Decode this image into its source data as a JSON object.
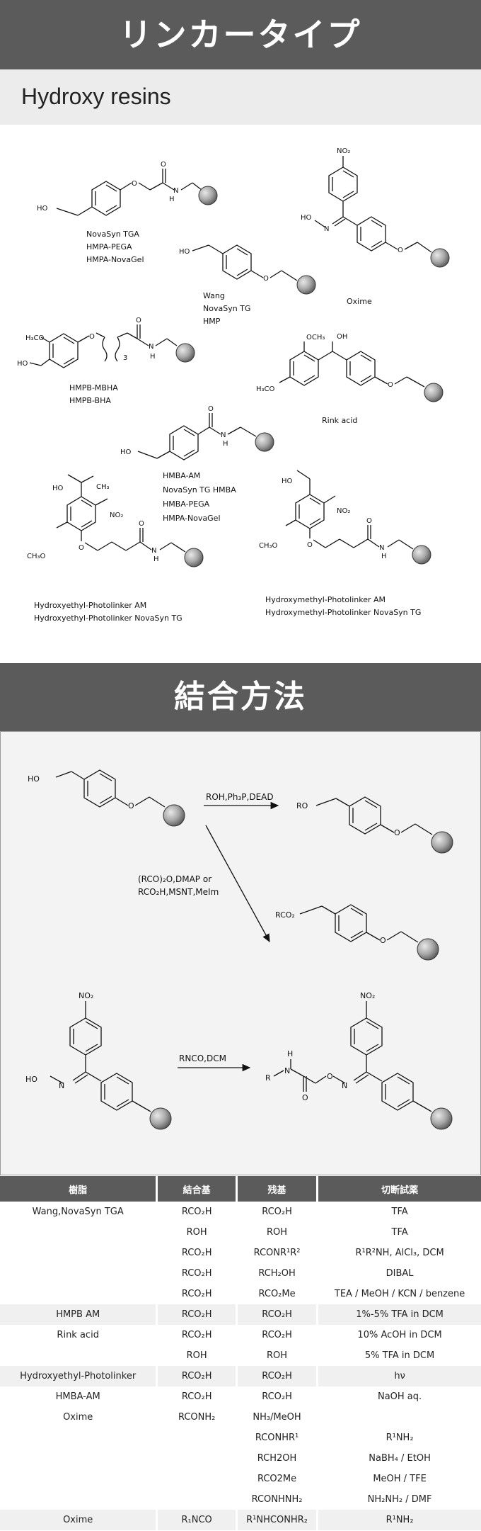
{
  "header1": "リンカータイプ",
  "subheader": "Hydroxy resins",
  "resins": {
    "tga": {
      "names": [
        "NovaSyn TGA",
        "HMPA-PEGA",
        "HMPA-NovaGel"
      ]
    },
    "wang": {
      "names": [
        "Wang",
        "NovaSyn TG",
        "HMP"
      ]
    },
    "oxime": {
      "names": [
        "Oxime"
      ],
      "no2": "NO₂",
      "ho": "HO",
      "n": "N"
    },
    "hmpb": {
      "names": [
        "HMPB-MBHA",
        "HMPB-BHA"
      ],
      "h3co": "H₃CO",
      "ho": "HO",
      "sub3": "3"
    },
    "rink": {
      "names": [
        "Rink acid"
      ],
      "och3": "OCH₃",
      "oh": "OH",
      "h3co": "H₃CO"
    },
    "hmba": {
      "names": [
        "HMBA-AM",
        "NovaSyn TG HMBA",
        "HMBA-PEGA",
        "HMPA-NovaGel"
      ]
    },
    "hepl": {
      "names": [
        "Hydroxyethyl-Photolinker AM",
        "Hydroxyethyl-Photolinker NovaSyn TG"
      ],
      "ho": "HO",
      "ch3": "CH₃",
      "no2": "NO₂",
      "ch3o": "CH₃O"
    },
    "hmpl": {
      "names": [
        "Hydroxymethyl-Photolinker AM",
        "Hydroxymethyl-Photolinker NovaSyn TG"
      ],
      "ho": "HO",
      "no2": "NO₂",
      "ch3o": "CH₃O"
    },
    "atoms": {
      "ho": "HO",
      "o": "O",
      "n": "N",
      "h": "H"
    }
  },
  "header2": "結合方法",
  "methods": {
    "reagent1": "ROH,Ph₃P,DEAD",
    "reagent2a": "(RCO)₂O,DMAP  or",
    "reagent2b": "RCO₂H,MSNT,MeIm",
    "reagent3": "RNCO,DCM",
    "ro": "RO",
    "rco2": "RCO₂",
    "r": "R",
    "no2": "NO₂"
  },
  "table": {
    "headers": [
      "樹脂",
      "結合基",
      "残基",
      "切断試薬"
    ],
    "rows": [
      [
        "Wang,NovaSyn TGA",
        "RCO₂H",
        "RCO₂H",
        "TFA"
      ],
      [
        "",
        "ROH",
        "ROH",
        "TFA"
      ],
      [
        "",
        "RCO₂H",
        "RCONR¹R²",
        "R¹R²NH, AlCl₃, DCM"
      ],
      [
        "",
        "RCO₂H",
        "RCH₂OH",
        "DIBAL"
      ],
      [
        "",
        "RCO₂H",
        "RCO₂Me",
        "TEA / MeOH / KCN / benzene"
      ],
      [
        "HMPB AM",
        "RCO₂H",
        "RCO₂H",
        "1%-5% TFA in DCM"
      ],
      [
        "Rink acid",
        "RCO₂H",
        "RCO₂H",
        "10% AcOH in DCM"
      ],
      [
        "",
        "ROH",
        "ROH",
        "5% TFA in DCM"
      ],
      [
        "Hydroxyethyl-Photolinker",
        "RCO₂H",
        "RCO₂H",
        "hν"
      ],
      [
        "HMBA-AM",
        "RCO₂H",
        "RCO₂H",
        "NaOH aq."
      ],
      [
        "Oxime",
        "RCONH₂",
        "NH₃/MeOH",
        ""
      ],
      [
        "",
        "",
        "RCONHR¹",
        "R¹NH₂"
      ],
      [
        "",
        "",
        "RCH2OH",
        "NaBH₄ / EtOH"
      ],
      [
        "",
        "",
        "RCO2Me",
        "MeOH / TFE"
      ],
      [
        "",
        "",
        "RCONHNH₂",
        "NH₂NH₂ / DMF"
      ],
      [
        "Oxime",
        "R₁NCO",
        "R¹NHCONHR₂",
        "R¹NH₂"
      ]
    ],
    "shaded_rows": [
      5,
      8,
      15
    ]
  }
}
